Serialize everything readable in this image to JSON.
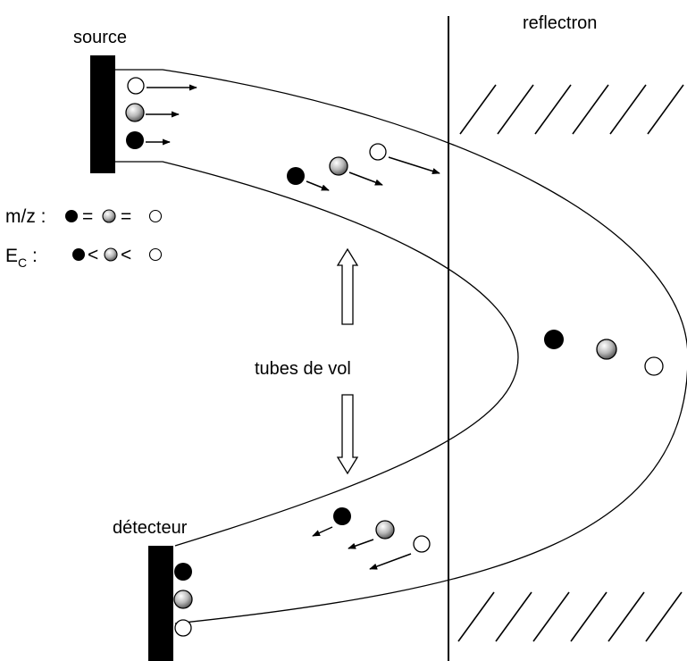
{
  "labels": {
    "source": "source",
    "reflectron": "reflectron",
    "flight_tubes": "tubes de vol",
    "detector": "détecteur"
  },
  "legend": {
    "mz_label": "m/z :",
    "mz_relation": "=",
    "ec_label": "E",
    "ec_subscript": "C",
    "ec_colon": " :",
    "ec_relation": "<"
  },
  "colors": {
    "heavy_ion": "#000000",
    "medium_ion": "#9a9a9a",
    "light_ion": "#ffffff",
    "stroke": "#000000"
  }
}
